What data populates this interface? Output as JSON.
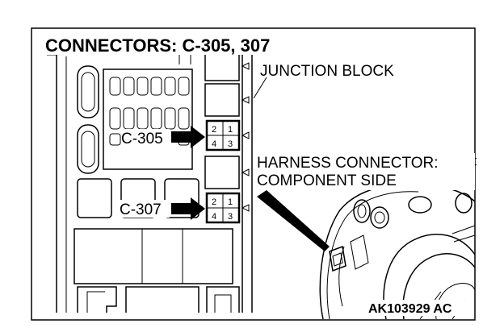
{
  "title": "CONNECTORS: C-305, 307",
  "callouts": {
    "junction_block": "JUNCTION BLOCK",
    "harness_connector_line1": "HARNESS CONNECTOR:",
    "harness_connector_line2": "COMPONENT SIDE"
  },
  "connectors": [
    {
      "label": "C-305",
      "pins": [
        "2",
        "1",
        "4",
        "3"
      ]
    },
    {
      "label": "C-307",
      "pins": [
        "2",
        "1",
        "4",
        "3"
      ]
    }
  ],
  "figure_code": "AK103929 AC"
}
